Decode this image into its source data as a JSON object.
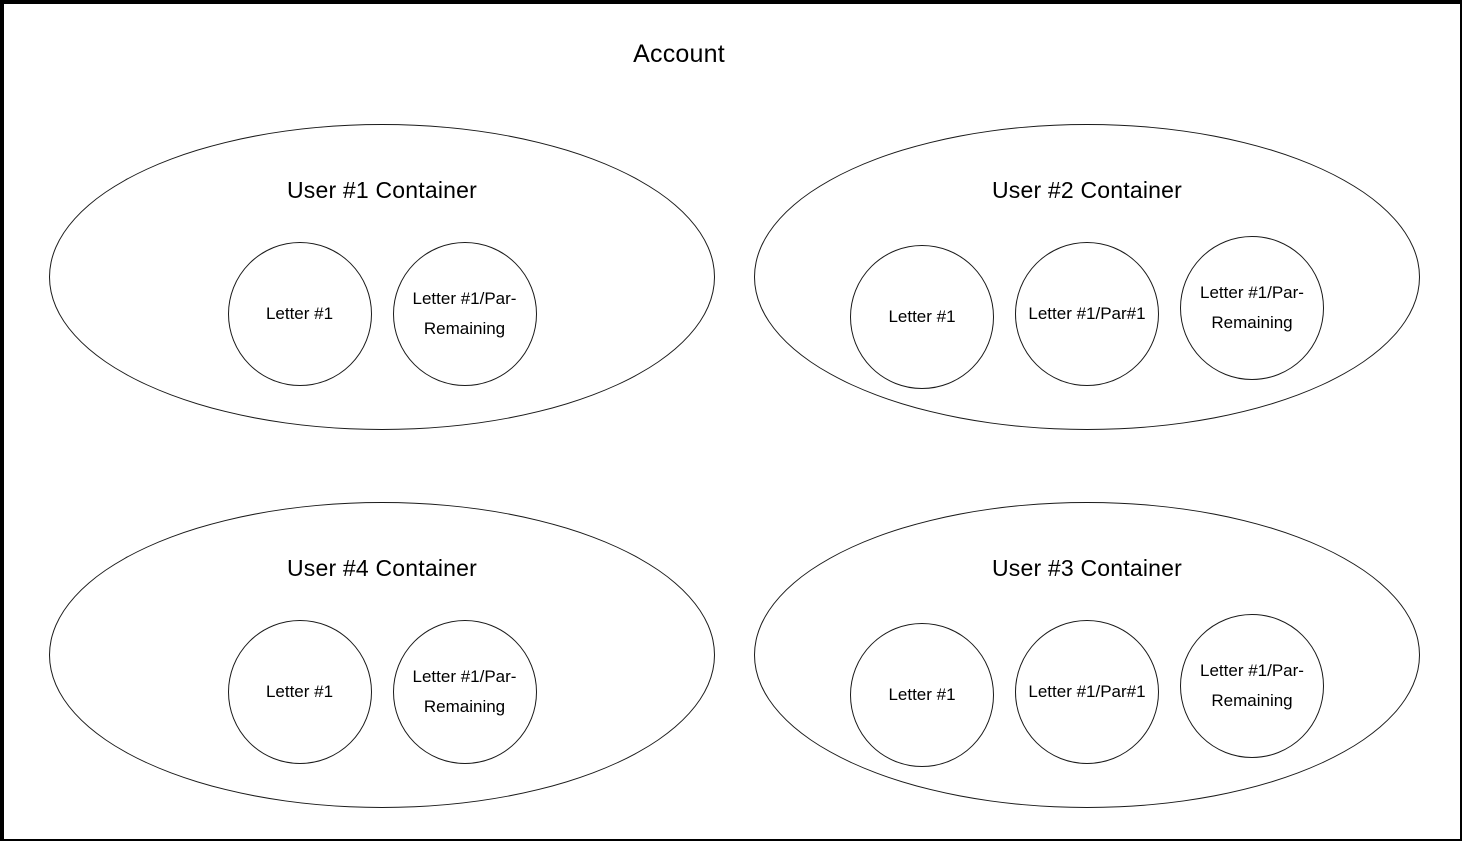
{
  "diagram": {
    "title": "Account",
    "colors": {
      "stroke": "#000000",
      "background": "#ffffff",
      "text": "#000000"
    },
    "containers": [
      {
        "id": "user-1",
        "label": "User #1 Container",
        "position": "top-left",
        "circles": [
          {
            "label": "Letter #1"
          },
          {
            "label": "Letter #1/Par-\nRemaining"
          }
        ]
      },
      {
        "id": "user-2",
        "label": "User #2 Container",
        "position": "top-right",
        "circles": [
          {
            "label": "Letter #1"
          },
          {
            "label": "Letter #1/Par#1"
          },
          {
            "label": "Letter #1/Par-\nRemaining"
          }
        ]
      },
      {
        "id": "user-4",
        "label": "User #4 Container",
        "position": "bottom-left",
        "circles": [
          {
            "label": "Letter #1"
          },
          {
            "label": "Letter #1/Par-\nRemaining"
          }
        ]
      },
      {
        "id": "user-3",
        "label": "User #3 Container",
        "position": "bottom-right",
        "circles": [
          {
            "label": "Letter #1"
          },
          {
            "label": "Letter #1/Par#1"
          },
          {
            "label": "Letter #1/Par-\nRemaining"
          }
        ]
      }
    ]
  }
}
